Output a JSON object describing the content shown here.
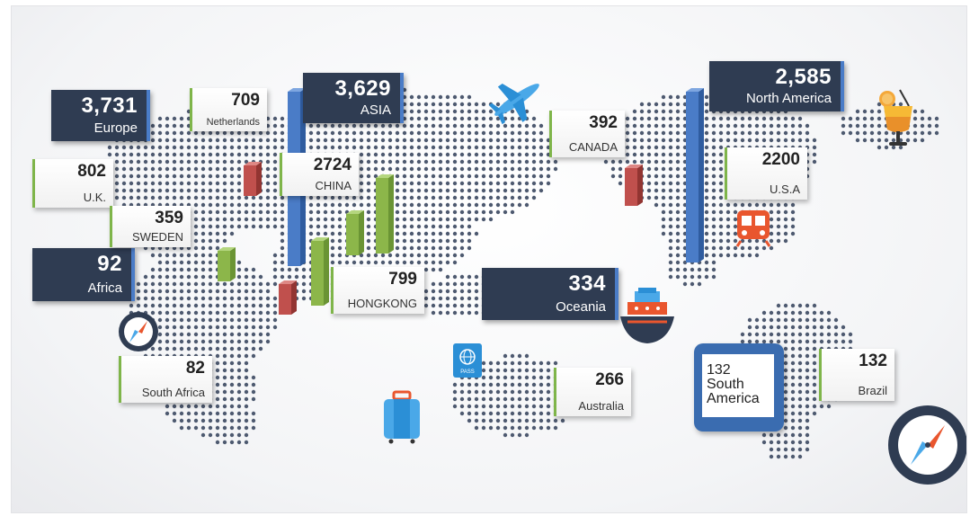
{
  "callouts": {
    "europe": {
      "value": "3,731",
      "label": "Europe"
    },
    "asia": {
      "value": "3,629",
      "label": "ASIA"
    },
    "north_america": {
      "value": "2,585",
      "label": "North  America"
    },
    "africa": {
      "value": "92",
      "label": "Africa"
    },
    "oceania": {
      "value": "334",
      "label": "Oceania"
    },
    "netherlands": {
      "value": "709",
      "label": "Netherlands"
    },
    "uk": {
      "value": "802",
      "label": "U.K."
    },
    "sweden": {
      "value": "359",
      "label": "SWEDEN"
    },
    "china": {
      "value": "2724",
      "label": "CHINA"
    },
    "hongkong": {
      "value": "799",
      "label": "HONGKONG"
    },
    "canada": {
      "value": "392",
      "label": "CANADA"
    },
    "usa": {
      "value": "2200",
      "label": "U.S.A"
    },
    "south_africa": {
      "value": "82",
      "label": "South Africa"
    },
    "australia": {
      "value": "266",
      "label": "Australia"
    },
    "brazil": {
      "value": "132",
      "label": "Brazil"
    },
    "south_america": {
      "value": "132",
      "label": "South America"
    }
  },
  "passport_text": "PASS",
  "colors": {
    "dark_card": "#2f3c52",
    "accent_blue": "#4a7cc7",
    "accent_green": "#8cb64a",
    "accent_red": "#c0504d",
    "map_dot": "#4e5a70"
  },
  "icons": [
    "airplane-icon",
    "drink-icon",
    "train-icon",
    "ship-icon",
    "passport-icon",
    "luggage-icon",
    "compass-icon"
  ]
}
